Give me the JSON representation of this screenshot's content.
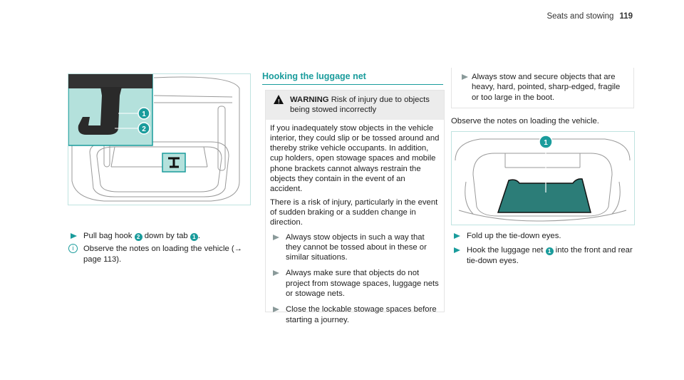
{
  "header": {
    "section": "Seats and stowing",
    "page": "119"
  },
  "left": {
    "figure": {
      "callouts": [
        "1",
        "2"
      ]
    },
    "steps": [
      {
        "pre": "Pull bag hook ",
        "n1": "2",
        "mid": " down by tab ",
        "n2": "1",
        "post": "."
      }
    ],
    "info": "Observe the notes on loading the vehicle (→ page 113)."
  },
  "middle": {
    "heading": "Hooking the luggage net",
    "warning": {
      "label": "WARNING",
      "title": "Risk of injury due to objects being stowed incorrectly"
    },
    "paragraphs": [
      "If you inadequately stow objects in the vehicle interior, they could slip or be tossed around and thereby strike vehicle occupants. In addition, cup holders, open stowage spaces and mobile phone brackets cannot always restrain the objects they contain in the event of an accident.",
      "There is a risk of injury, particularly in the event of sudden braking or a sudden change in direction."
    ],
    "bullets": [
      "Always stow objects in such a way that they cannot be tossed about in these or similar situations.",
      "Always make sure that objects do not project from stowage spaces, luggage nets or stowage nets.",
      "Close the lockable stowage spaces before starting a journey."
    ]
  },
  "right": {
    "bullet": "Always stow and secure objects that are heavy, hard, pointed, sharp-edged, fragile or too large in the boot.",
    "note": "Observe the notes on loading the vehicle.",
    "figure": {
      "callout": "1"
    },
    "steps": [
      {
        "text": "Fold up the tie-down eyes."
      },
      {
        "pre": "Hook the luggage net ",
        "n": "1",
        "post": " into the front and rear tie-down eyes."
      }
    ]
  },
  "colors": {
    "accent": "#1a9c9c",
    "warning_bg": "#ececec"
  }
}
